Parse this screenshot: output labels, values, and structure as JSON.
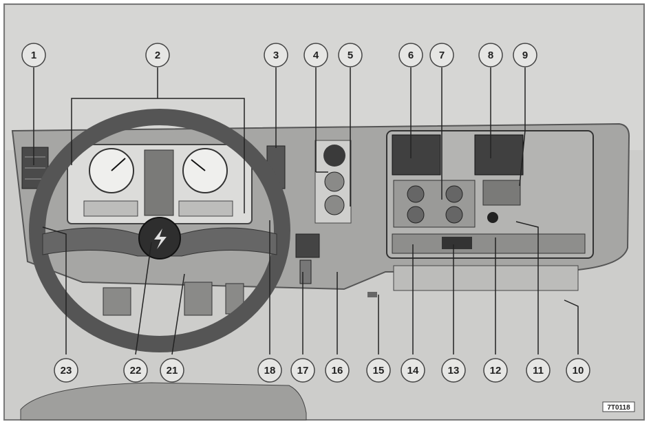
{
  "callouts": [
    {
      "id": "1"
    },
    {
      "id": "2"
    },
    {
      "id": "3"
    },
    {
      "id": "4"
    },
    {
      "id": "5"
    },
    {
      "id": "6"
    },
    {
      "id": "7"
    },
    {
      "id": "8"
    },
    {
      "id": "9"
    },
    {
      "id": "23"
    },
    {
      "id": "22"
    },
    {
      "id": "21"
    },
    {
      "id": "18"
    },
    {
      "id": "17"
    },
    {
      "id": "16"
    },
    {
      "id": "15"
    },
    {
      "id": "14"
    },
    {
      "id": "13"
    },
    {
      "id": "12"
    },
    {
      "id": "11"
    },
    {
      "id": "10"
    }
  ],
  "figure_code": "7T0118",
  "colors": {
    "background": "#c9c9c7",
    "dashboard": "#9d9d9b",
    "dark": "#3a3a3a",
    "callout_fill": "#e6e6e4",
    "callout_stroke": "#444444"
  }
}
